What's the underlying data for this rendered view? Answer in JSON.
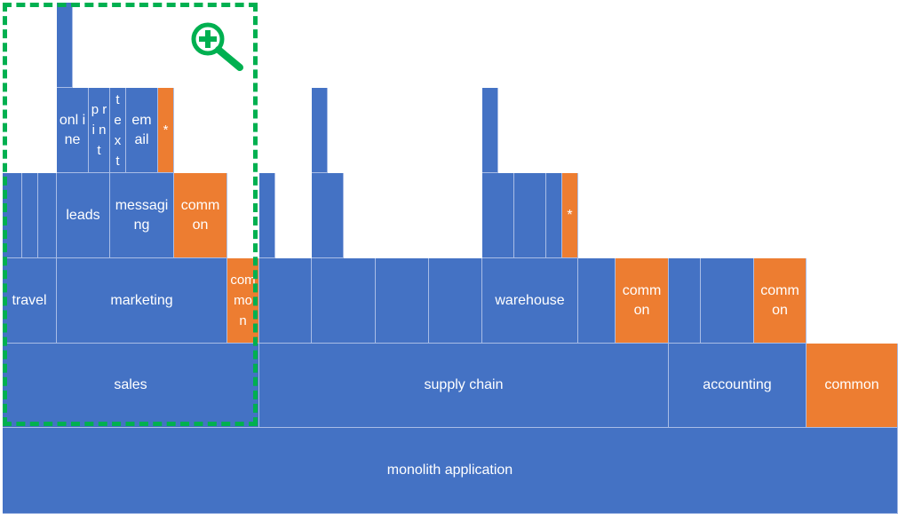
{
  "diagram": {
    "root": "monolith application",
    "level1": {
      "sales": "sales",
      "supply_chain": "supply chain",
      "accounting": "accounting",
      "common": "common"
    },
    "level2": {
      "travel": "travel",
      "marketing": "marketing",
      "common_sales": "com mo n",
      "warehouse": "warehouse",
      "common_supply": "comm on",
      "common_accounting": "comm on"
    },
    "level3": {
      "leads": "leads",
      "messaging": "messagi ng",
      "common_marketing": "comm on",
      "wildcard_warehouse": "*"
    },
    "level4": {
      "online": "onl ine",
      "print": "p ri n t",
      "text": "t e x t",
      "email": "em ail",
      "wildcard_messaging": "*"
    }
  },
  "colors": {
    "module": "#4472c4",
    "common": "#ed7d31",
    "zoom_frame": "#00b050"
  },
  "icons": {
    "zoom": "zoom-in-magnifier-icon"
  }
}
